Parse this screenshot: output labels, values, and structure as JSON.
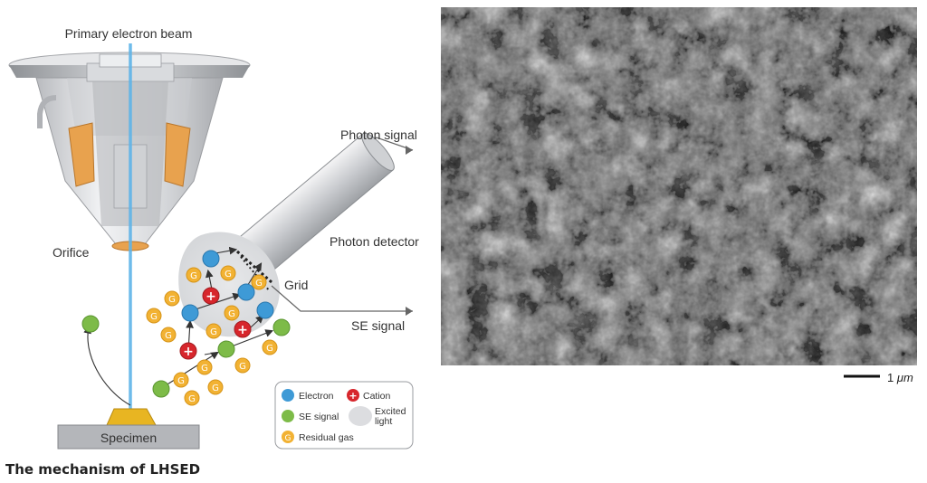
{
  "diagram": {
    "primary_beam": "Primary electron beam",
    "orifice": "Orifice",
    "photon_signal": "Photon signal",
    "photon_detector": "Photon detector",
    "grid": "Grid",
    "se_signal": "SE signal",
    "specimen": "Specimen",
    "particle_marks": {
      "cation": "+",
      "gas": "G"
    },
    "legend": {
      "electron": "Electron",
      "cation": "Cation",
      "se_signal": "SE signal",
      "excited_light_line1": "Excited",
      "excited_light_line2": "light",
      "residual_gas": "Residual gas"
    }
  },
  "micrograph": {
    "scale_value": "1",
    "scale_unit": "μm"
  },
  "caption": "The mechanism of LHSED",
  "colors": {
    "electron": "#3e9ad6",
    "cation": "#d7262c",
    "se_signal": "#7dbb48",
    "residual_gas": "#f2b233",
    "excited_light": "#dcdde0",
    "beam": "#5fb4e8",
    "magnet": "#e8a24e",
    "specimen": "#e8b522"
  }
}
